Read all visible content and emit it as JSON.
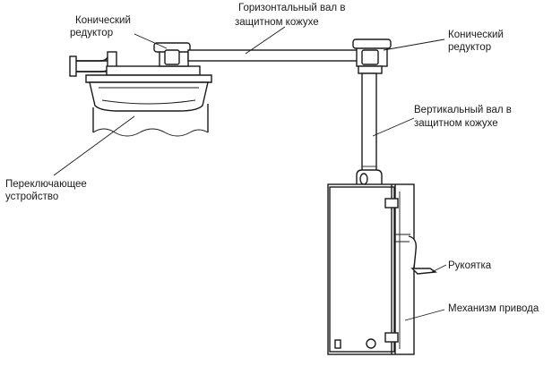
{
  "labels": {
    "bevel_gear_left": [
      "Конический",
      "редуктор"
    ],
    "horizontal_shaft": [
      "Горизонтальный вал  в",
      "защитном кожухе"
    ],
    "bevel_gear_right": [
      "Конический",
      "редуктор"
    ],
    "vertical_shaft": [
      "Вертикальный вал в",
      "защитном кожухе"
    ],
    "switching_device": [
      "Переключающее",
      "устройство"
    ],
    "handle": "Рукоятка",
    "drive_mechanism": "Механизм  привода"
  }
}
